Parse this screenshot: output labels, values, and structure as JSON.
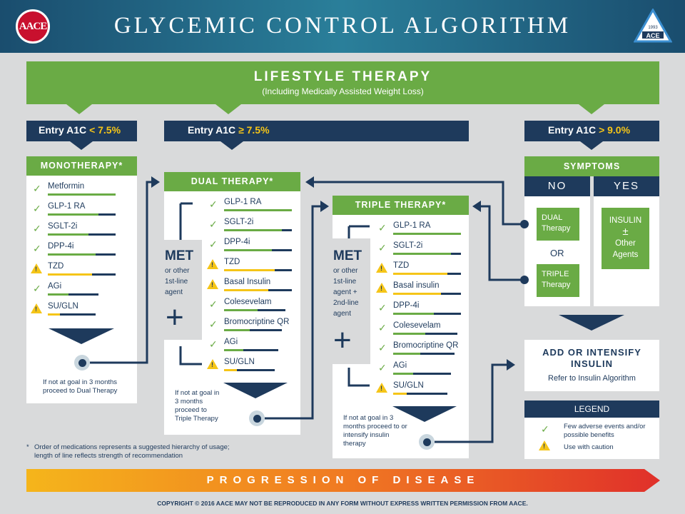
{
  "header": {
    "title": "GLYCEMIC CONTROL ALGORITHM",
    "logo_left": "AACE",
    "logo_right": "ACE",
    "logo_right_year": "1993"
  },
  "lifestyle": {
    "title": "LIFESTYLE THERAPY",
    "subtitle": "(Including Medically Assisted Weight Loss)"
  },
  "entries": {
    "low": {
      "label": "Entry A1C ",
      "value": "< 7.5%"
    },
    "mid": {
      "label": "Entry A1C ",
      "value": "≥ 7.5%"
    },
    "high": {
      "label": "Entry A1C ",
      "value": "> 9.0%"
    }
  },
  "monotherapy": {
    "title": "MONOTHERAPY*",
    "drugs": [
      {
        "name": "Metformin",
        "icon": "check",
        "strength": 1.0,
        "green": 1.0
      },
      {
        "name": "GLP-1 RA",
        "icon": "check",
        "strength": 1.0,
        "green": 0.75
      },
      {
        "name": "SGLT-2i",
        "icon": "check",
        "strength": 1.0,
        "green": 0.6
      },
      {
        "name": "DPP-4i",
        "icon": "check",
        "strength": 1.0,
        "green": 0.7
      },
      {
        "name": "TZD",
        "icon": "caution",
        "strength": 1.0,
        "green": 0.65
      },
      {
        "name": "AGi",
        "icon": "check",
        "strength": 0.75,
        "green": 0.4
      },
      {
        "name": "SU/GLN",
        "icon": "caution",
        "strength": 0.7,
        "green": 0.25
      }
    ],
    "note": "If not at goal in 3 months proceed to Dual Therapy"
  },
  "dual": {
    "title": "DUAL THERAPY*",
    "met": "MET",
    "met_sub": [
      "or other",
      "1st-line",
      "agent"
    ],
    "plus": "+",
    "drugs": [
      {
        "name": "GLP-1 RA",
        "icon": "check",
        "strength": 1.0,
        "green": 1.0
      },
      {
        "name": "SGLT-2i",
        "icon": "check",
        "strength": 1.0,
        "green": 0.85
      },
      {
        "name": "DPP-4i",
        "icon": "check",
        "strength": 1.0,
        "green": 0.7
      },
      {
        "name": "TZD",
        "icon": "caution",
        "strength": 1.0,
        "green": 0.75
      },
      {
        "name": "Basal Insulin",
        "icon": "caution",
        "strength": 1.0,
        "green": 0.65
      },
      {
        "name": "Colesevelam",
        "icon": "check",
        "strength": 0.9,
        "green": 0.55
      },
      {
        "name": "Bromocriptine QR",
        "icon": "check",
        "strength": 0.85,
        "green": 0.45
      },
      {
        "name": "AGi",
        "icon": "check",
        "strength": 0.8,
        "green": 0.35
      },
      {
        "name": "SU/GLN",
        "icon": "caution",
        "strength": 0.75,
        "green": 0.25
      }
    ],
    "note": "If not at goal in 3 months proceed to Triple Therapy"
  },
  "triple": {
    "title": "TRIPLE THERAPY*",
    "met": "MET",
    "met_sub": [
      "or other",
      "1st-line",
      "agent +",
      "2nd-line",
      "agent"
    ],
    "plus": "+",
    "drugs": [
      {
        "name": "GLP-1 RA",
        "icon": "check",
        "strength": 1.0,
        "green": 1.0
      },
      {
        "name": "SGLT-2i",
        "icon": "check",
        "strength": 1.0,
        "green": 0.85
      },
      {
        "name": "TZD",
        "icon": "caution",
        "strength": 1.0,
        "green": 0.8
      },
      {
        "name": "Basal insulin",
        "icon": "caution",
        "strength": 1.0,
        "green": 0.7
      },
      {
        "name": "DPP-4i",
        "icon": "check",
        "strength": 1.0,
        "green": 0.6
      },
      {
        "name": "Colesevelam",
        "icon": "check",
        "strength": 0.95,
        "green": 0.5
      },
      {
        "name": "Bromocriptine QR",
        "icon": "check",
        "strength": 0.9,
        "green": 0.45
      },
      {
        "name": "AGi",
        "icon": "check",
        "strength": 0.85,
        "green": 0.35
      },
      {
        "name": "SU/GLN",
        "icon": "caution",
        "strength": 0.8,
        "green": 0.25
      }
    ],
    "note": "If not at goal in 3 months proceed to or intensify insulin therapy"
  },
  "symptoms": {
    "title": "SYMPTOMS",
    "no": "NO",
    "yes": "YES",
    "dual": "DUAL Therapy",
    "or": "OR",
    "triple": "TRIPLE Therapy",
    "insulin": "INSULIN",
    "pm": "±",
    "other": "Other Agents"
  },
  "add_insulin": {
    "title": "ADD OR INTENSIFY INSULIN",
    "sub": "Refer to Insulin Algorithm"
  },
  "legend": {
    "title": "LEGEND",
    "check": "Few adverse events and/or possible benefits",
    "caution": "Use with caution"
  },
  "footnote": {
    "star": "*",
    "text": "Order of medications represents a suggested hierarchy of usage; length of line reflects strength of recommendation"
  },
  "progression": "PROGRESSION OF DISEASE",
  "copyright": "COPYRIGHT © 2016 AACE  MAY NOT BE REPRODUCED IN ANY FORM WITHOUT EXPRESS WRITTEN PERMISSION FROM AACE.",
  "colors": {
    "navy": "#1e3a5c",
    "green": "#6aab45",
    "yellow": "#f5c518",
    "red": "#c8102e"
  }
}
